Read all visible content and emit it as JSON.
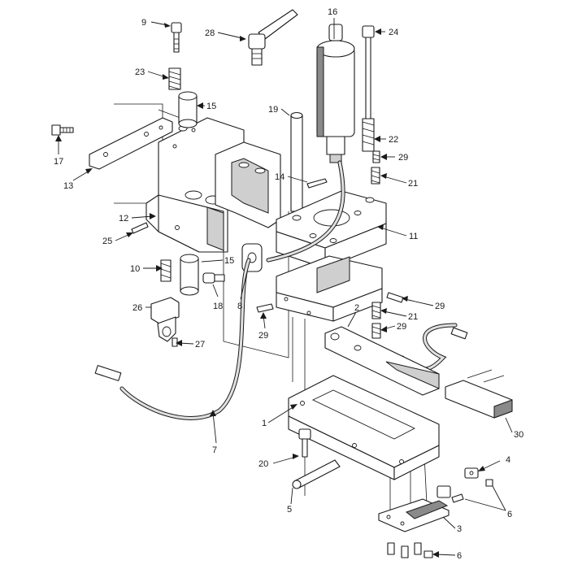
{
  "callouts": [
    {
      "id": "c9",
      "text": "9"
    },
    {
      "id": "c28",
      "text": "28"
    },
    {
      "id": "c16",
      "text": "16"
    },
    {
      "id": "c24",
      "text": "24"
    },
    {
      "id": "c23",
      "text": "23"
    },
    {
      "id": "c15a",
      "text": "15"
    },
    {
      "id": "c19",
      "text": "19"
    },
    {
      "id": "c22",
      "text": "22"
    },
    {
      "id": "c17",
      "text": "17"
    },
    {
      "id": "c29a",
      "text": "29"
    },
    {
      "id": "c13",
      "text": "13"
    },
    {
      "id": "c14",
      "text": "14"
    },
    {
      "id": "c21a",
      "text": "21"
    },
    {
      "id": "c12",
      "text": "12"
    },
    {
      "id": "c11",
      "text": "11"
    },
    {
      "id": "c25",
      "text": "25"
    },
    {
      "id": "c10",
      "text": "10"
    },
    {
      "id": "c15b",
      "text": "15"
    },
    {
      "id": "c26",
      "text": "26"
    },
    {
      "id": "c18",
      "text": "18"
    },
    {
      "id": "c8",
      "text": "8"
    },
    {
      "id": "c29b",
      "text": "29"
    },
    {
      "id": "c29c",
      "text": "29"
    },
    {
      "id": "c2",
      "text": "2"
    },
    {
      "id": "c21b",
      "text": "21"
    },
    {
      "id": "c29d",
      "text": "29"
    },
    {
      "id": "c27",
      "text": "27"
    },
    {
      "id": "c7",
      "text": "7"
    },
    {
      "id": "c1",
      "text": "1"
    },
    {
      "id": "c30",
      "text": "30"
    },
    {
      "id": "c20",
      "text": "20"
    },
    {
      "id": "c4",
      "text": "4"
    },
    {
      "id": "c5",
      "text": "5"
    },
    {
      "id": "c6a",
      "text": "6"
    },
    {
      "id": "c3",
      "text": "3"
    },
    {
      "id": "c6b",
      "text": "6"
    }
  ]
}
